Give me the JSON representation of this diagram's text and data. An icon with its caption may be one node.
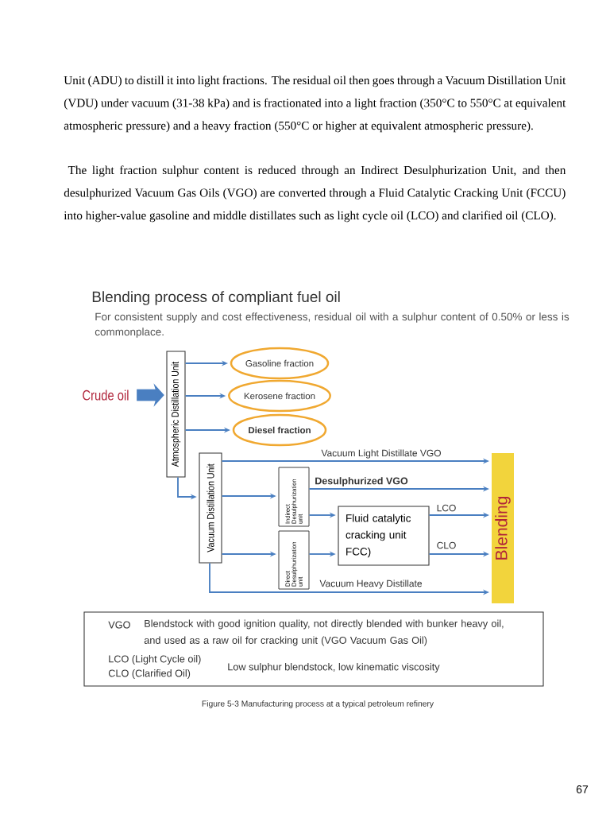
{
  "diagram": {
    "title": "Blending process of compliant fuel oil",
    "caption": "Figure 5-3 Manufacturing process at a typical petroleum refinery",
    "nodes": [
      {
        "text": [
          "Crude oil"
        ]
      },
      {
        "text": [
          "Atmospheric Distillation Unit"
        ]
      },
      {
        "text": [
          "Gasoline fraction"
        ]
      },
      {
        "text": [
          "Kerosene fraction"
        ]
      },
      {
        "text": [
          "Diesel fraction"
        ]
      },
      {
        "text": [
          "Vacuum Distillation Unit"
        ]
      },
      {
        "text": [
          "Indirect Desulphurization unit"
        ]
      },
      {
        "text": [
          "Direct Desulphurization unit"
        ]
      },
      {
        "text": [
          "Fluid catalytic cracking unit FCC)"
        ]
      },
      {
        "text": [
          "Blending"
        ]
      },
      {
        "text": [
          "VGO",
          "Blendstock with good ignition quality, not directly blended with bunker heavy oil, and used as a raw oil for cracking unit (VGO Vacuum Gas Oil)",
          "LCO (Light Cycle oil)",
          "CLO (Clarified Oil)",
          "Low sulphur blendstock, low kinematic viscosity"
        ]
      }
    ],
    "edges": [
      {
        "from": 0,
        "to": 1,
        "arrow": "to",
        "style": "thick"
      },
      {
        "from": 1,
        "to": 2,
        "arrow": "to"
      },
      {
        "from": 1,
        "to": 3,
        "arrow": "to"
      },
      {
        "from": 1,
        "to": 4,
        "arrow": "to"
      },
      {
        "from": 1,
        "to": 5,
        "arrow": "to"
      },
      {
        "from": 5,
        "to": 9,
        "arrow": "to",
        "label": "Vacuum Light Distillate VGO"
      },
      {
        "from": 5,
        "to": 6,
        "arrow": "to"
      },
      {
        "from": 5,
        "to": 7,
        "arrow": "to"
      },
      {
        "from": 6,
        "to": 9,
        "arrow": "to",
        "label": "Desulphurized VGO"
      },
      {
        "from": 6,
        "to": 8,
        "arrow": "to"
      },
      {
        "from": 7,
        "to": 8,
        "arrow": "to"
      },
      {
        "from": 8,
        "to": 9,
        "arrow": "to",
        "label": "LCO"
      },
      {
        "from": 8,
        "to": 9,
        "arrow": "to",
        "label": "CLO"
      },
      {
        "from": 5,
        "to": 9,
        "arrow": "to",
        "label": "Vacuum Heavy Distillate"
      }
    ],
    "labels": [
      "Unit (ADU) to distill it into light fractions. The residual oil then goes through a Vacuum Distillation Unit (VDU) under vacuum (31-38 kPa) and is fractionated into a light fraction (350°C to 550°C at equivalent atmospheric pressure) and a heavy fraction (550°C or higher at equivalent atmospheric pressure).",
      "The light fraction sulphur content is reduced through an Indirect Desulphurization Unit, and then desulphurized Vacuum Gas Oils (VGO) are converted through a Fluid Catalytic Cracking Unit (FCCU) into higher-value gasoline and middle distillates such as light cycle oil (LCO) and clarified oil (CLO).",
      "For consistent supply and cost effectiveness, residual oil with a sulphur content of 0.50% or less is commonplace.",
      "67"
    ]
  }
}
